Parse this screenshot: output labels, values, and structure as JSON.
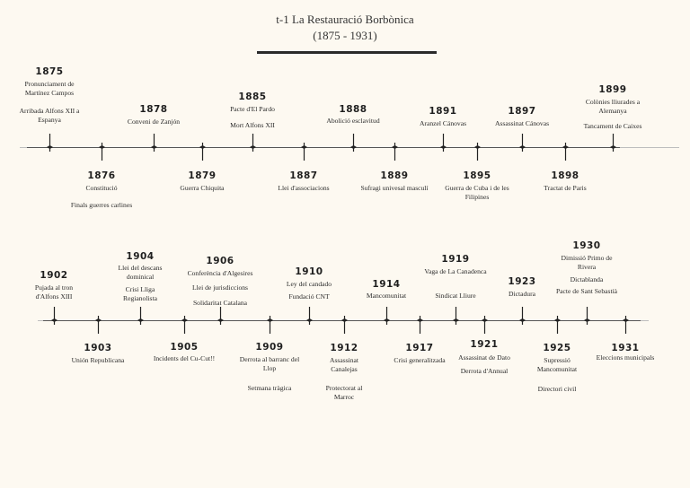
{
  "header": {
    "title": "t-1 La Restauració Borbònica",
    "subtitle": "(1875 - 1931)"
  },
  "events": [
    {
      "year": "1875",
      "lines": [
        "Pronunciament de Martínez Campos",
        "Arribada Alfons XII a Espanya"
      ]
    },
    {
      "year": "1876",
      "lines": [
        "Constitució",
        "Finals guerres carlines"
      ]
    },
    {
      "year": "1878",
      "lines": [
        "Conveni de Zanjón"
      ]
    },
    {
      "year": "1879",
      "lines": [
        "Guerra Chiquita"
      ]
    },
    {
      "year": "1885",
      "lines": [
        "Pacte d'El Pardo",
        "Mort Alfons XII"
      ]
    },
    {
      "year": "1887",
      "lines": [
        "Llei d'associacions"
      ]
    },
    {
      "year": "1888",
      "lines": [
        "Abolició esclavitud"
      ]
    },
    {
      "year": "1889",
      "lines": [
        "Sufragi univesal masculí"
      ]
    },
    {
      "year": "1891",
      "lines": [
        "Aranzel Cánovas"
      ]
    },
    {
      "year": "1895",
      "lines": [
        "Guerra de Cuba i de les Filipines"
      ]
    },
    {
      "year": "1897",
      "lines": [
        "Assassinat Cánovas"
      ]
    },
    {
      "year": "1898",
      "lines": [
        "Tractat de Paris"
      ]
    },
    {
      "year": "1899",
      "lines": [
        "Colònies lliurades a Alemanya",
        "Tancament de Caixes"
      ]
    },
    {
      "year": "1902",
      "lines": [
        "Pujada al tron d'Alfons XIII"
      ]
    },
    {
      "year": "1903",
      "lines": [
        "Unión Republicana"
      ]
    },
    {
      "year": "1904",
      "lines": [
        "Llei del descans dominical",
        "Crisi Lliga Regianolista"
      ]
    },
    {
      "year": "1905",
      "lines": [
        "Incidents del Cu-Cut!!"
      ]
    },
    {
      "year": "1906",
      "lines": [
        "Conferència d'Algesires",
        "Llei de jurisdiccions",
        "Solidaritat Catalana"
      ]
    },
    {
      "year": "1909",
      "lines": [
        "Derrota al barranc del Llop",
        "Setmana tràgica"
      ]
    },
    {
      "year": "1910",
      "lines": [
        "Ley del candado",
        "Fundació CNT"
      ]
    },
    {
      "year": "1912",
      "lines": [
        "Assassinat Canalejas",
        "Protectorat al Marroc"
      ]
    },
    {
      "year": "1914",
      "lines": [
        "Mancomunitat"
      ]
    },
    {
      "year": "1917",
      "lines": [
        "Crisi generalitzada"
      ]
    },
    {
      "year": "1919",
      "lines": [
        "Vaga  de La Canadenca",
        "Sindicat Lliure"
      ]
    },
    {
      "year": "1921",
      "lines": [
        "Assassinat de Dato",
        "Derrota d'Annual"
      ]
    },
    {
      "year": "1923",
      "lines": [
        "Dictadura"
      ]
    },
    {
      "year": "1925",
      "lines": [
        "Supressió Mancomunitat",
        "Directori civil"
      ]
    },
    {
      "year": "1930",
      "lines": [
        "Dimissió Primo de Rivera",
        "Dictablanda",
        "Pacte de Sant Sebastià"
      ]
    },
    {
      "year": "1931",
      "lines": [
        "Eleccions municipals"
      ]
    }
  ]
}
